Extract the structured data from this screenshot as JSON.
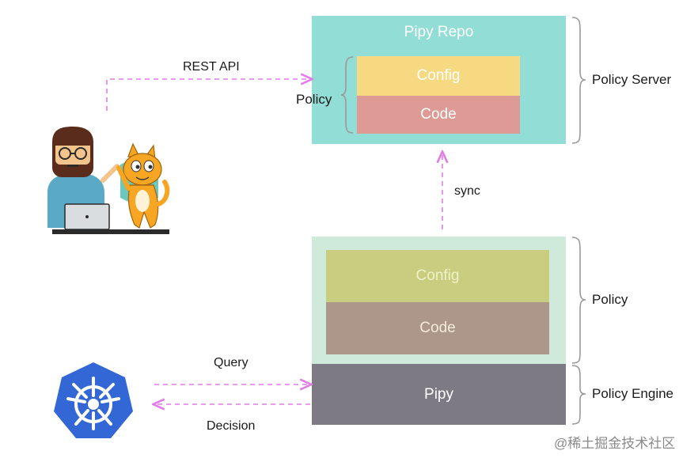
{
  "server": {
    "repo_label": "Pipy Repo",
    "config_label": "Config",
    "code_label": "Code",
    "policy_label": "Policy",
    "side_label": "Policy Server"
  },
  "engine": {
    "config_label": "Config",
    "code_label": "Code",
    "pipy_label": "Pipy",
    "policy_side_label": "Policy",
    "engine_side_label": "Policy Engine"
  },
  "edges": {
    "rest_api": "REST API",
    "sync": "sync",
    "query": "Query",
    "decision": "Decision"
  },
  "watermark": "@稀土掘金技术社区",
  "colors": {
    "server_bg": "#92ddd5",
    "server_config": "#f6d981",
    "server_code": "#de9a94",
    "engine_bg": "#cfeada",
    "engine_config": "#c8cd7f",
    "engine_code": "#ad978a",
    "pipy": "#7d7a84",
    "arrow": "#e27be8",
    "k8s_blue": "#3367d6"
  },
  "icons": [
    "developer-icon",
    "scratch-cat-icon",
    "kubernetes-icon"
  ]
}
